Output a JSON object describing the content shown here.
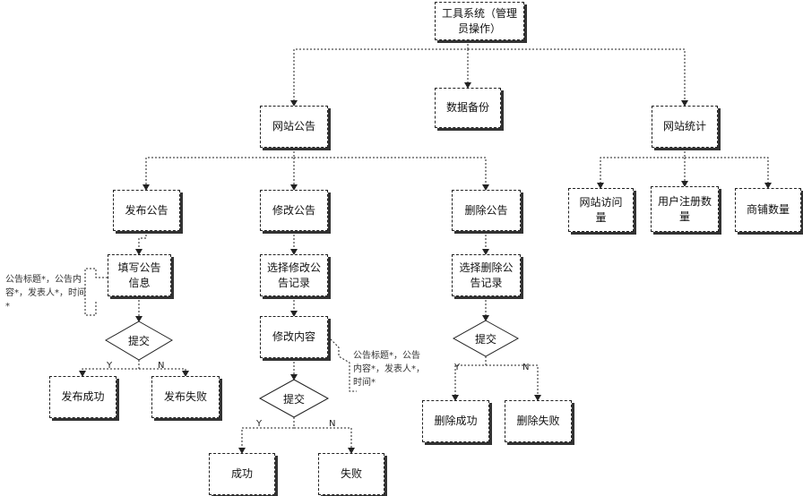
{
  "nodes": {
    "root": "工具系统（管理员操作）",
    "announce": "网站公告",
    "backup": "数据备份",
    "stats": "网站统计",
    "publish": "发布公告",
    "modify": "修改公告",
    "delete": "删除公告",
    "site_visits": "网站访问量",
    "user_reg": "用户注册数量",
    "shop_count": "商铺数量",
    "fill_info": "填写公告信息",
    "select_modify": "选择修改公告记录",
    "select_delete": "选择删除公告记录",
    "modify_content": "修改内容",
    "publish_success": "发布成功",
    "publish_fail": "发布失败",
    "success": "成功",
    "fail": "失败",
    "delete_success": "删除成功",
    "delete_fail": "删除失败"
  },
  "decisions": {
    "submit_publish": "提交",
    "submit_modify": "提交",
    "submit_delete": "提交"
  },
  "branch_labels": {
    "yes": "Y",
    "no": "N"
  },
  "notes": {
    "publish_note": "公告标题*，公告内容*，发表人*，时间*",
    "modify_note": "公告标题*，公告内容*，发表人*，时间*"
  }
}
